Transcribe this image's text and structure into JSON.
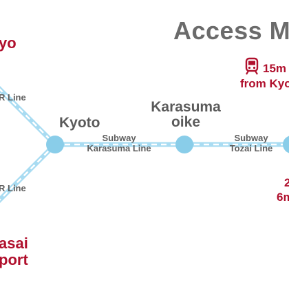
{
  "title": "Access M",
  "stations": {
    "kyoto": "Kyoto",
    "karasuma_oike_line1": "Karasuma",
    "karasuma_oike_line2": "oike"
  },
  "lines": {
    "jr_upper": "R Line",
    "jr_lower": "R Line",
    "subway_karasuma_1": "Subway",
    "subway_karasuma_2": "Karasuma Line",
    "subway_tozai_1": "Subway",
    "subway_tozai_2": "Tozai Line"
  },
  "destinations": {
    "top_left": "yo",
    "kansai_line1": "asai",
    "kansai_line2": "port"
  },
  "access_time": {
    "line1": "15m",
    "line2": "from Kyo",
    "icon": "train-icon"
  },
  "right_edge": {
    "line1": "2",
    "line2": "6m"
  },
  "colors": {
    "route": "#a9dcf2",
    "station_dot": "#89cde9",
    "accent_red": "#b0102d",
    "title_gray": "#6b6b6b"
  }
}
